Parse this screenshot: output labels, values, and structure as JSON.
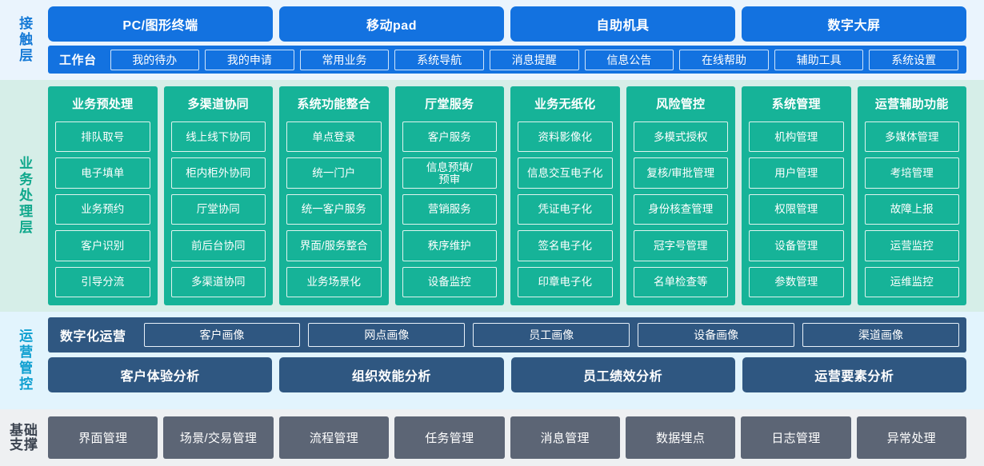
{
  "contact_layer": {
    "label": "接触层",
    "channels": [
      "PC/图形终端",
      "移动pad",
      "自助机具",
      "数字大屏"
    ],
    "workbench_title": "工作台",
    "workbench_items": [
      "我的待办",
      "我的申请",
      "常用业务",
      "系统导航",
      "消息提醒",
      "信息公告",
      "在线帮助",
      "辅助工具",
      "系统设置"
    ]
  },
  "business_layer": {
    "label": "业务处理层",
    "columns": [
      {
        "title": "业务预处理",
        "items": [
          "排队取号",
          "电子填单",
          "业务预约",
          "客户识别",
          "引导分流"
        ]
      },
      {
        "title": "多渠道协同",
        "items": [
          "线上线下协同",
          "柜内柜外协同",
          "厅堂协同",
          "前后台协同",
          "多渠道协同"
        ]
      },
      {
        "title": "系统功能整合",
        "items": [
          "单点登录",
          "统一门户",
          "统一客户服务",
          "界面/服务整合",
          "业务场景化"
        ]
      },
      {
        "title": "厅堂服务",
        "items": [
          "客户服务",
          "信息预填/\n预审",
          "营销服务",
          "秩序维护",
          "设备监控"
        ]
      },
      {
        "title": "业务无纸化",
        "items": [
          "资料影像化",
          "信息交互电子化",
          "凭证电子化",
          "签名电子化",
          "印章电子化"
        ]
      },
      {
        "title": "风险管控",
        "items": [
          "多模式授权",
          "复核/审批管理",
          "身份核查管理",
          "冠字号管理",
          "名单检查等"
        ]
      },
      {
        "title": "系统管理",
        "items": [
          "机构管理",
          "用户管理",
          "权限管理",
          "设备管理",
          "参数管理"
        ]
      },
      {
        "title": "运营辅助功能",
        "items": [
          "多媒体管理",
          "考培管理",
          "故障上报",
          "运营监控",
          "运维监控"
        ]
      }
    ]
  },
  "operations_layer": {
    "label": "运营管控",
    "digital_title": "数字化运营",
    "portraits": [
      "客户画像",
      "网点画像",
      "员工画像",
      "设备画像",
      "渠道画像"
    ],
    "analyses": [
      "客户体验分析",
      "组织效能分析",
      "员工绩效分析",
      "运营要素分析"
    ]
  },
  "foundation_layer": {
    "label_line1": "基础",
    "label_line2": "支撑",
    "items": [
      "界面管理",
      "场景/交易管理",
      "流程管理",
      "任务管理",
      "消息管理",
      "数据埋点",
      "日志管理",
      "异常处理"
    ]
  },
  "colors": {
    "contact_blue": "#1372e0",
    "contact_bg": "#eaf4fd",
    "business_green": "#16b398",
    "business_bg": "#d6eee8",
    "ops_navy": "#2f5781",
    "ops_bg": "#e2f4fd",
    "foundation_slate": "#5c6575",
    "foundation_bg": "#eef0f2"
  }
}
